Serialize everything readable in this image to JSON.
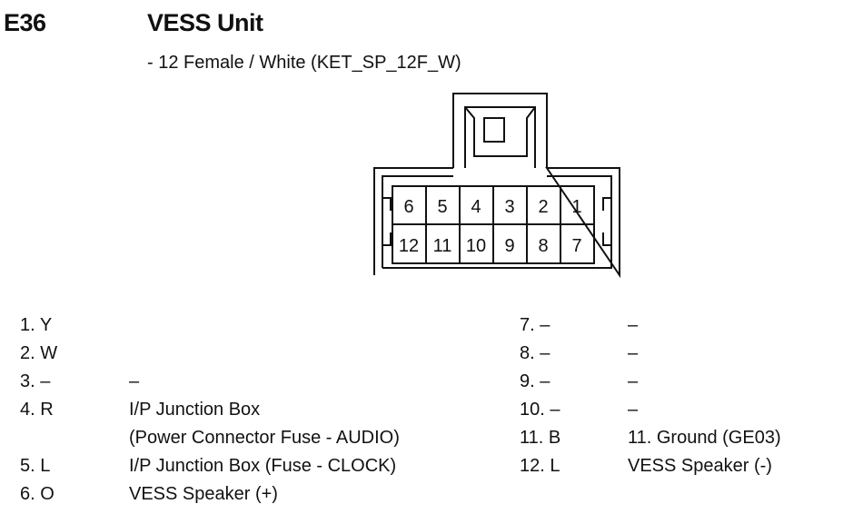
{
  "header": {
    "code": "E36",
    "title": "VESS Unit",
    "subtitle": "- 12 Female / White (KET_SP_12F_W)"
  },
  "connector": {
    "top_row": [
      "6",
      "5",
      "4",
      "3",
      "2",
      "1"
    ],
    "bottom_row": [
      "12",
      "11",
      "10",
      "9",
      "8",
      "7"
    ]
  },
  "pins_left": [
    {
      "num": "1. Y",
      "desc": ""
    },
    {
      "num": "2. W",
      "desc": ""
    },
    {
      "num": "3. –",
      "desc": "–"
    },
    {
      "num": "4. R",
      "desc": "I/P Junction Box"
    },
    {
      "num": "",
      "desc": "(Power Connector Fuse - AUDIO)"
    },
    {
      "num": "5. L",
      "desc": "I/P Junction Box (Fuse - CLOCK)"
    },
    {
      "num": "6. O",
      "desc": "VESS Speaker (+)"
    }
  ],
  "pins_right": [
    {
      "num": "7. –",
      "desc": "–"
    },
    {
      "num": "8. –",
      "desc": "–"
    },
    {
      "num": "9. –",
      "desc": "–"
    },
    {
      "num": "10. –",
      "desc": "–"
    },
    {
      "num": "11. B",
      "desc": "11. Ground (GE03)"
    },
    {
      "num": "12. L",
      "desc": "VESS Speaker (-)"
    }
  ]
}
